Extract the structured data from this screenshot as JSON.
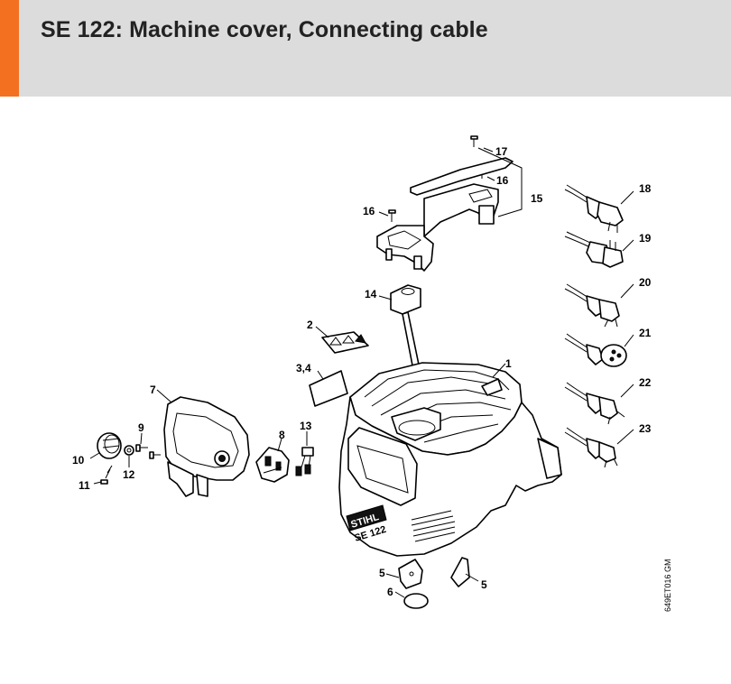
{
  "header": {
    "title": "SE 122: Machine cover, Connecting cable",
    "accent_color": "#f37021",
    "background_color": "#dcdcdc"
  },
  "diagram": {
    "callouts": {
      "c1": "1",
      "c2": "2",
      "c34": "3,4",
      "c5a": "5",
      "c5b": "5",
      "c6": "6",
      "c7": "7",
      "c8": "8",
      "c9": "9",
      "c10": "10",
      "c11": "11",
      "c12": "12",
      "c13": "13",
      "c14": "14",
      "c15": "15",
      "c16a": "16",
      "c16b": "16",
      "c17": "17",
      "c18": "18",
      "c19": "19",
      "c20": "20",
      "c21": "21",
      "c22": "22",
      "c23": "23"
    },
    "reference_code": "649ET016 GM",
    "logo_text": "STIHL",
    "model_text": "SE 122"
  }
}
